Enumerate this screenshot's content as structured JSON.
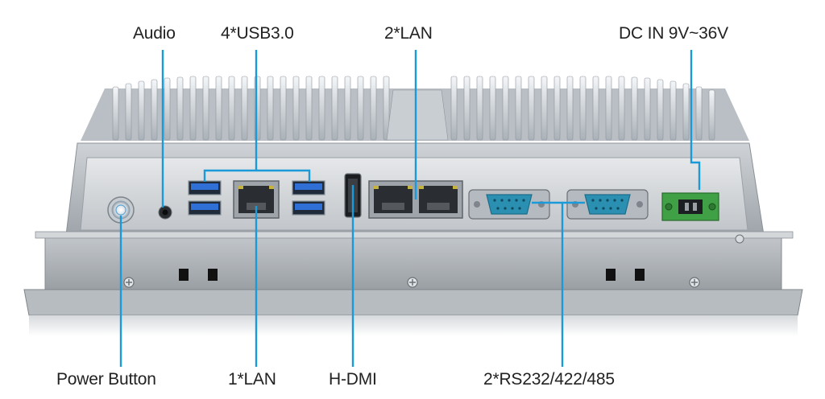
{
  "labels": {
    "audio": "Audio",
    "usb": "4*USB3.0",
    "lan_top": "2*LAN",
    "dc_in": "DC IN 9V~36V",
    "power_button": "Power Button",
    "lan_bottom": "1*LAN",
    "hdmi": "H-DMI",
    "serial": "2*RS232/422/485"
  },
  "colors": {
    "callout_line": "#1a9ad8",
    "serial_port": "#2a8fb0",
    "terminal_block": "#3fa046",
    "usb_port": "#2f6fd6"
  },
  "icons": [
    "power-button-icon",
    "audio-jack-icon",
    "usb-port-icon",
    "lan-port-icon",
    "hdmi-port-icon",
    "db9-serial-port-icon",
    "terminal-block-icon",
    "screw-icon"
  ]
}
